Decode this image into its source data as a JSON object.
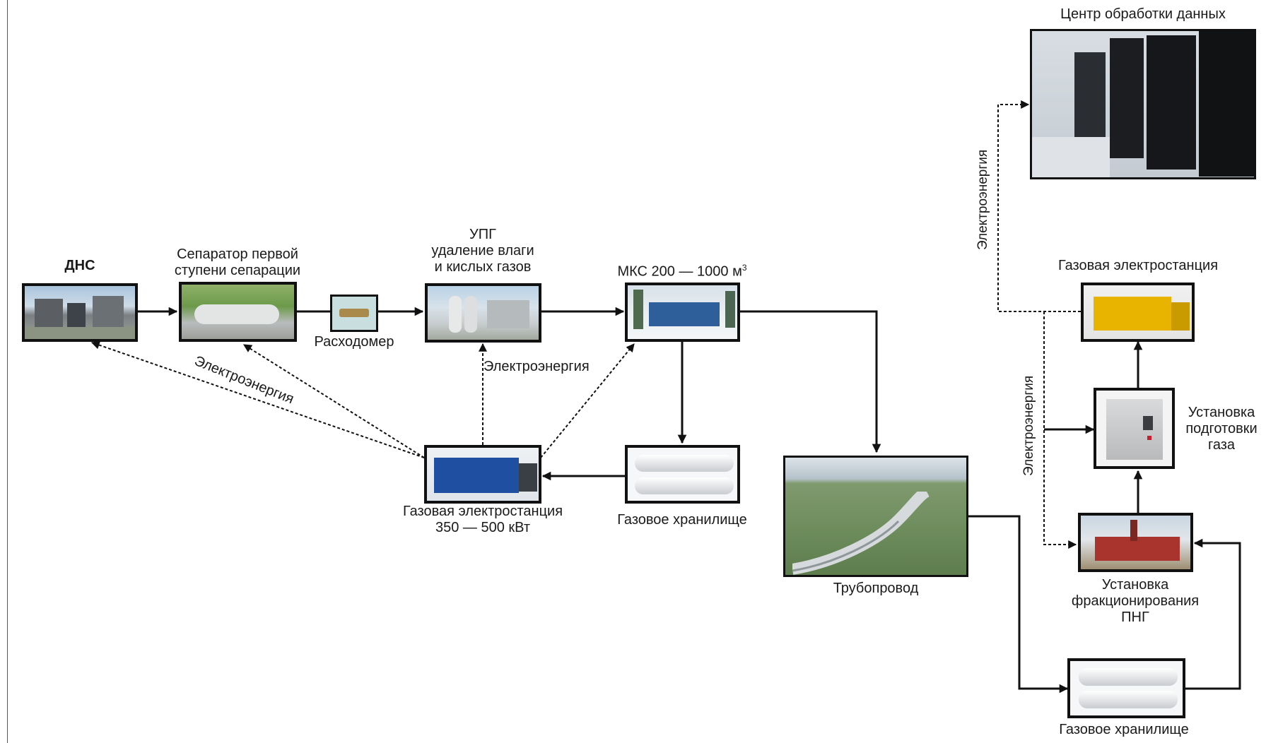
{
  "colors": {
    "line": "#111111",
    "frame": "#555555"
  },
  "nodes": {
    "dns": {
      "label": "ДНС",
      "icon": "oil-pumping-station-photo"
    },
    "separator": {
      "label_lines": [
        "Сепаратор первой",
        "ступени сепарации"
      ],
      "icon": "separator-photo"
    },
    "flowmeter": {
      "label": "Расходомер",
      "icon": "flowmeter-icon"
    },
    "upg": {
      "label_lines": [
        "УПГ",
        "удаление влаги",
        "и кислых газов"
      ],
      "icon": "gas-treatment-photo"
    },
    "mks": {
      "label": "МКС 200 — 1000 м",
      "label_sup": "3",
      "icon": "compressor-station-photo"
    },
    "gps_small": {
      "label_lines": [
        "Газовая электростанция",
        "350 — 500 кВт"
      ],
      "icon": "gas-generator-photo"
    },
    "storage_1": {
      "label": "Газовое хранилище",
      "icon": "gas-tanks-photo"
    },
    "pipeline": {
      "label": "Трубопровод",
      "icon": "pipeline-photo"
    },
    "datacenter": {
      "label": "Центр обработки данных",
      "icon": "server-racks-photo"
    },
    "gps_large": {
      "label": "Газовая электростанция",
      "icon": "gas-generator-photo"
    },
    "gas_prep": {
      "label_lines": [
        "Установка",
        "подготовки",
        "газа"
      ],
      "icon": "gas-preparation-unit-photo"
    },
    "fractionation": {
      "label_lines": [
        "Установка",
        "фракционирования",
        "ПНГ"
      ],
      "icon": "fractionation-unit-photo"
    },
    "storage_2": {
      "label": "Газовое хранилище",
      "icon": "gas-tanks-photo"
    }
  },
  "edge_labels": {
    "power_diag": "Электроэнергия",
    "power_upg": "Электроэнергия",
    "power_datacenter": "Электроэнергия",
    "power_right": "Электроэнергия"
  }
}
